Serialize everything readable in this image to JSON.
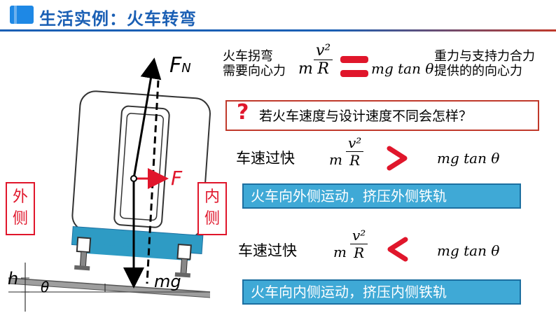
{
  "header": {
    "title": "生活实例：火车转弯"
  },
  "diagram": {
    "force_fn": "F",
    "force_fn_sub": "N",
    "force_f": "F",
    "force_mg": "mg",
    "outer_label_1": "外",
    "outer_label_2": "侧",
    "inner_label_1": "内",
    "inner_label_2": "侧",
    "height_label": "h",
    "angle_label": "θ"
  },
  "formula_top": {
    "left_line1": "火车拐弯",
    "left_line2": "需要向心力",
    "m": "m",
    "v2": "v²",
    "R": "R",
    "rhs": "mg tan θ",
    "right_line1": "重力与支持力合力",
    "right_line2": "提供的的向心力"
  },
  "question": {
    "mark": "?",
    "text": "若火车速度与设计速度不同会怎样？"
  },
  "case_fast": {
    "label": "车速过快",
    "m": "m",
    "v2": "v²",
    "R": "R",
    "rhs": "mg tan θ",
    "result": "火车向外侧运动，挤压外侧铁轨"
  },
  "case_slow": {
    "label": "车速过快",
    "m": "m",
    "v2": "v²",
    "R": "R",
    "rhs": "mg tan θ",
    "result": "火车向内侧运动，挤压内侧铁轨"
  },
  "colors": {
    "accent_blue": "#1a5fb4",
    "accent_red": "#e0162b",
    "result_box": "#3fa9d6",
    "train_base": "#2e9bc4"
  }
}
